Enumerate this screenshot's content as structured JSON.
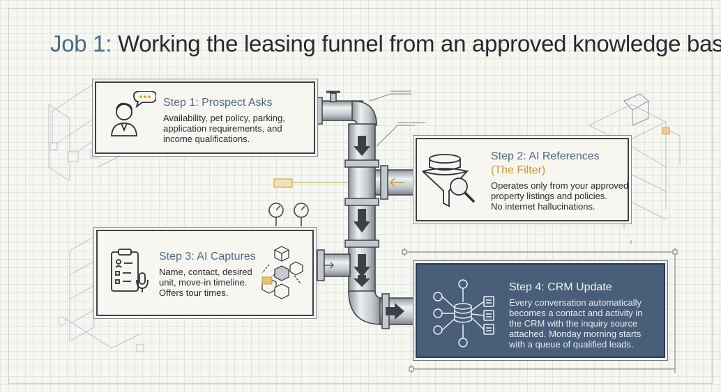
{
  "title": {
    "accent": "Job 1:",
    "rest": " Working the leasing funnel from an approved knowledge base."
  },
  "colors": {
    "accent_blue": "#4d6a88",
    "accent_gold": "#c59a3e",
    "dark_card": "#485e79"
  },
  "steps": [
    {
      "title": "Step 1: Prospect Asks",
      "subtitle": "",
      "body": [
        "Availability, pet policy, parking,",
        "application requirements, and",
        "income qualifications."
      ],
      "icon": "person-speech-bubble-icon"
    },
    {
      "title": "Step 2: AI References",
      "subtitle": "(The Filter)",
      "body": [
        "Operates only from your approved",
        "property listings and policies.",
        "No internet hallucinations."
      ],
      "icon": "funnel-magnifier-icon"
    },
    {
      "title": "Step 3: AI Captures",
      "subtitle": "",
      "body": [
        "Name, contact, desired",
        "unit, move-in timeline.",
        "Offers tour times."
      ],
      "icon": "clipboard-microphone-icon"
    },
    {
      "title": "Step 4: CRM Update",
      "subtitle": "",
      "body": [
        "Every conversation automatically",
        "becomes a contact and activity in",
        "the CRM with the inquiry source",
        "attached. Monday morning starts",
        "with a queue of qualified leads."
      ],
      "icon": "database-network-icon"
    }
  ]
}
